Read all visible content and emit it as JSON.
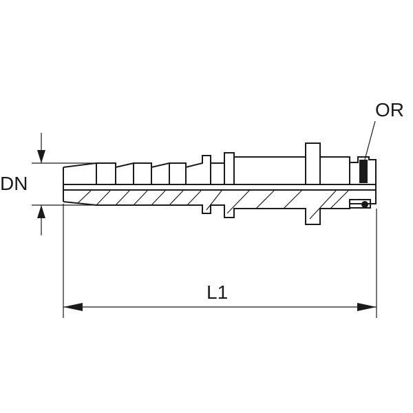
{
  "labels": {
    "dn": "DN",
    "or": "OR",
    "l1": "L1"
  },
  "colors": {
    "ink": "#1a1a1a",
    "background": "#ffffff"
  }
}
